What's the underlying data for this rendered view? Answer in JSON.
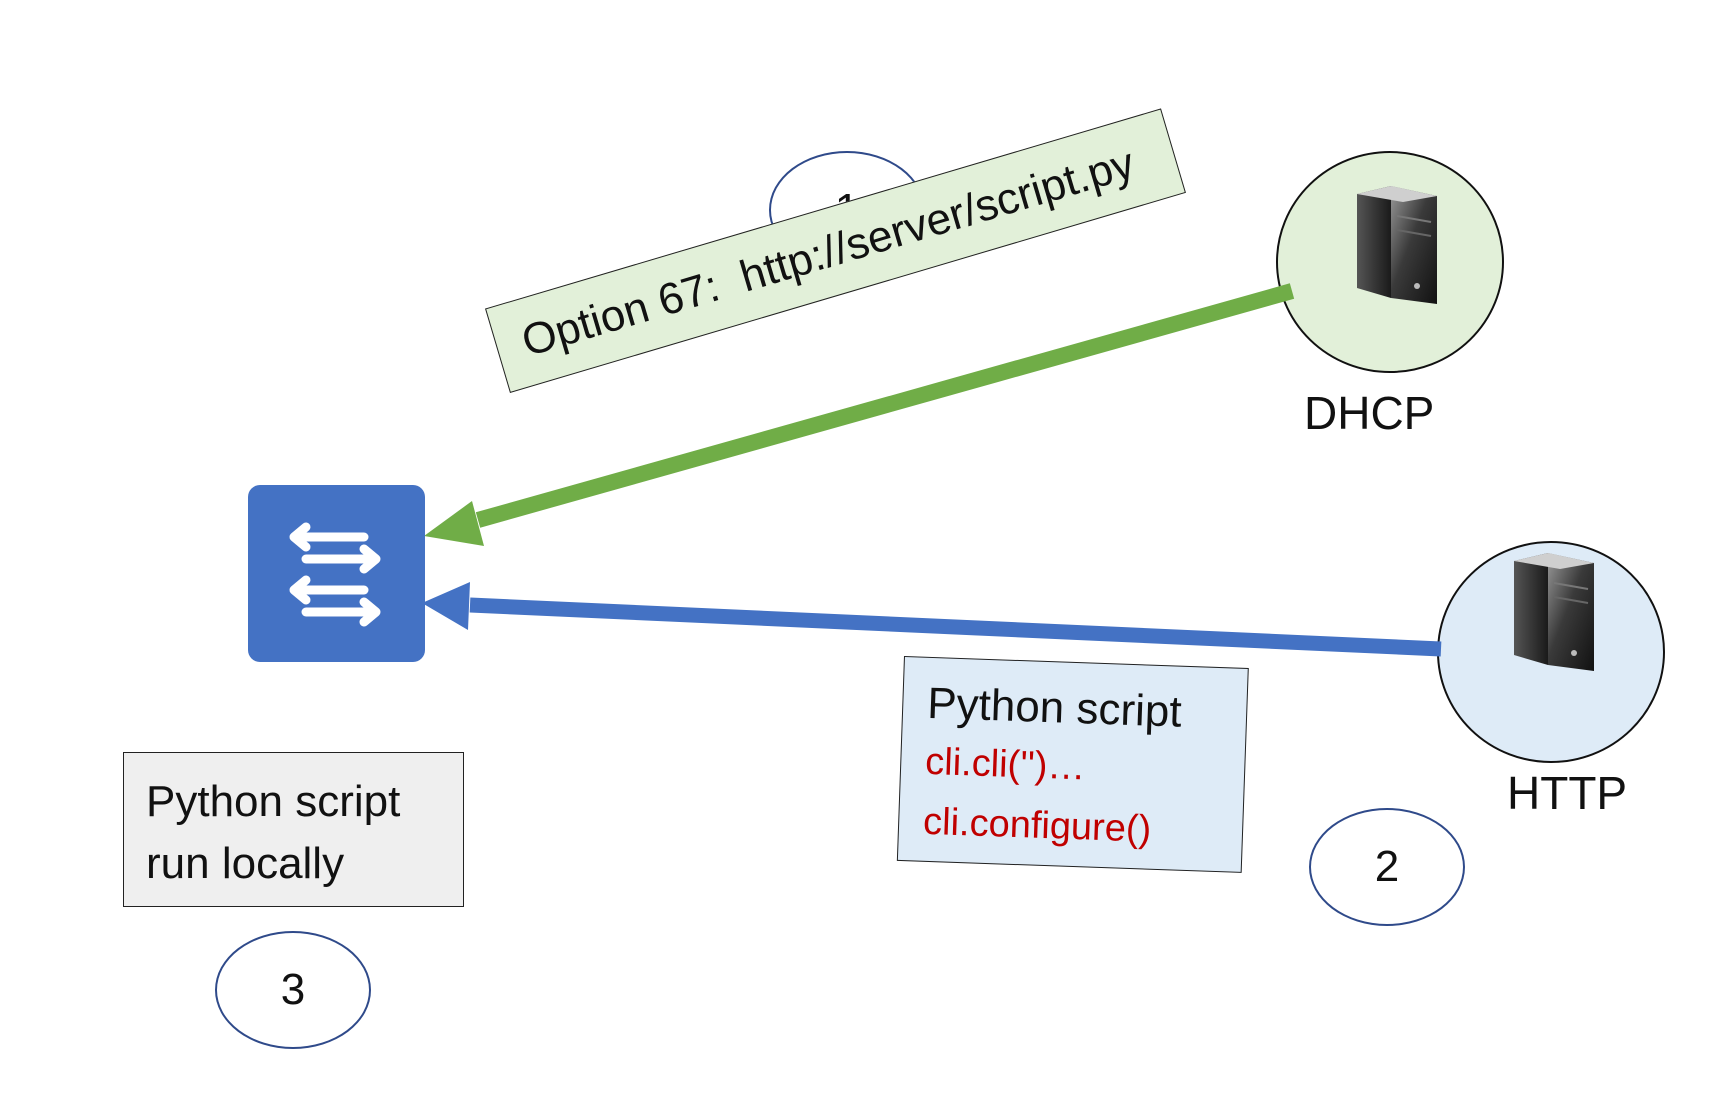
{
  "steps": [
    "1",
    "2",
    "3"
  ],
  "dhcp": {
    "label": "DHCP"
  },
  "http": {
    "label": "HTTP"
  },
  "option_box": {
    "text": "Option 67:  http://server/script.py"
  },
  "http_box": {
    "title": "Python script",
    "code_line_1": "cli.cli('')…",
    "code_line_2": "cli.configure()"
  },
  "local_box": {
    "line_1": "Python script",
    "line_2": "run locally"
  },
  "colors": {
    "dhcp_arrow": "#70ad47",
    "http_arrow": "#4472c4",
    "switch": "#4472c4",
    "dhcp_fill": "#e2f0d9",
    "http_fill": "#deebf7",
    "local_fill": "#efefef",
    "code": "#c00000"
  },
  "icons": [
    "switch-icon",
    "server-icon"
  ]
}
